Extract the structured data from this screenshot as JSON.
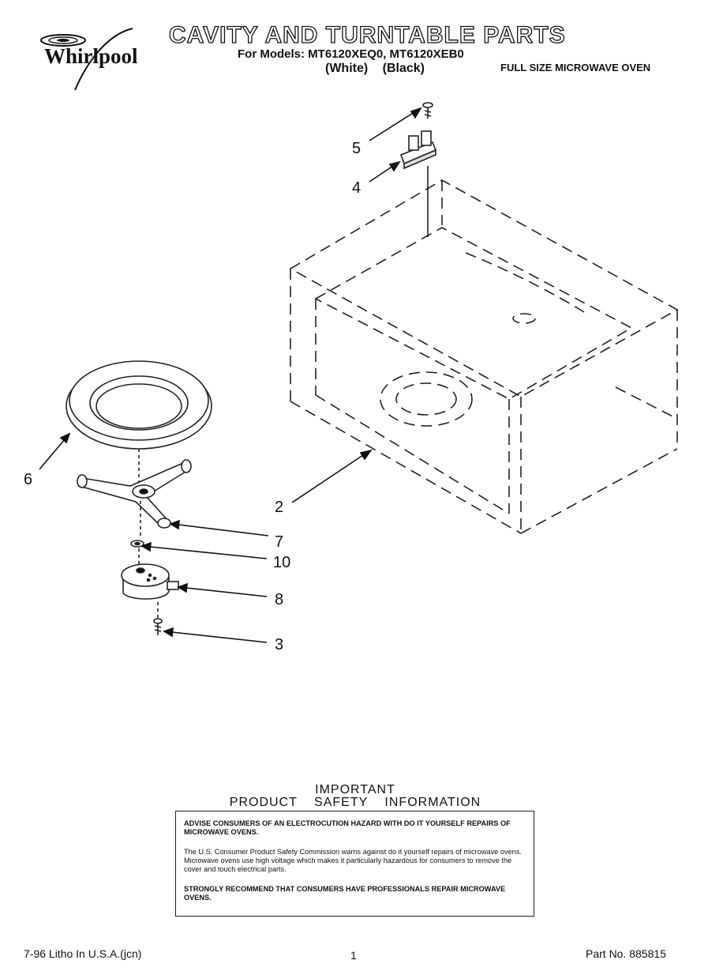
{
  "header": {
    "brand": "Whirlpool",
    "title": "CAVITY AND TURNTABLE PARTS",
    "models_line": "For Models: MT6120XEQ0, MT6120XEB0",
    "variants": "(White) (Black)",
    "subtitle": "FULL SIZE MICROWAVE OVEN"
  },
  "diagram": {
    "callouts": [
      "5",
      "4",
      "6",
      "2",
      "7",
      "10",
      "8",
      "3"
    ]
  },
  "safety": {
    "heading1": "IMPORTANT",
    "heading2": "PRODUCT SAFETY INFORMATION",
    "para1": "ADVISE CONSUMERS OF AN ELECTROCUTION HAZARD WITH DO IT YOURSELF REPAIRS OF MICROWAVE OVENS.",
    "para2": "The U.S. Consumer Product Safety Commission warns against do it yourself repairs of microwave ovens. Microwave ovens use high voltage which makes it particularly hazardous for consumers to remove the cover and touch electrical parts.",
    "para3": "STRONGLY RECOMMEND THAT CONSUMERS HAVE PROFESSIONALS REPAIR MICROWAVE OVENS."
  },
  "footer": {
    "litho": "7-96 Litho In U.S.A.(jcn)",
    "page": "1",
    "part_no": "Part No. 885815"
  }
}
